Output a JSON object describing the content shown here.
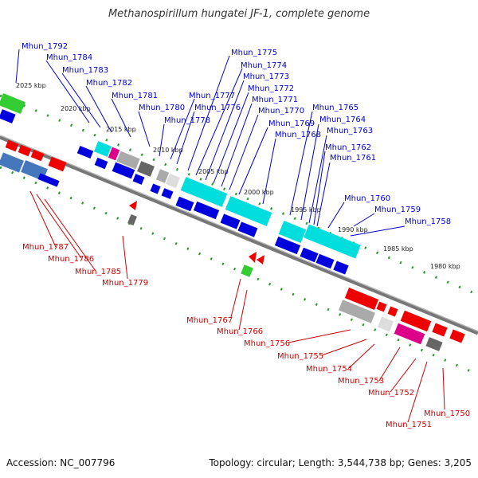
{
  "title": "Methanospirillum hungatei JF-1, complete genome",
  "accession": "Accession: NC_007796",
  "summary": "Topology: circular; Length: 3,544,738 bp; Genes: 3,205",
  "colors": {
    "forward_label": "#0000cc",
    "reverse_label": "#cc0000",
    "tick": "#229922",
    "backbone": "#777777"
  },
  "kbp_labels": [
    "2025 kbp",
    "2020 kbp",
    "2015 kbp",
    "2010 kbp",
    "2005 kbp",
    "2000 kbp",
    "1995 kbp",
    "1990 kbp",
    "1985 kbp",
    "1980 kbp"
  ],
  "forward_genes": [
    "Mhun_1792",
    "Mhun_1784",
    "Mhun_1783",
    "Mhun_1782",
    "Mhun_1781",
    "Mhun_1780",
    "Mhun_1777",
    "Mhun_1776",
    "Mhun_1778",
    "Mhun_1775",
    "Mhun_1774",
    "Mhun_1773",
    "Mhun_1772",
    "Mhun_1771",
    "Mhun_1770",
    "Mhun_1769",
    "Mhun_1768",
    "Mhun_1765",
    "Mhun_1764",
    "Mhun_1763",
    "Mhun_1762",
    "Mhun_1761",
    "Mhun_1760",
    "Mhun_1759",
    "Mhun_1758"
  ],
  "reverse_genes": [
    "Mhun_1787",
    "Mhun_1786",
    "Mhun_1785",
    "Mhun_1779",
    "Mhun_1767",
    "Mhun_1766",
    "Mhun_1756",
    "Mhun_1755",
    "Mhun_1754",
    "Mhun_1753",
    "Mhun_1752",
    "Mhun_1751",
    "Mhun_1750"
  ]
}
